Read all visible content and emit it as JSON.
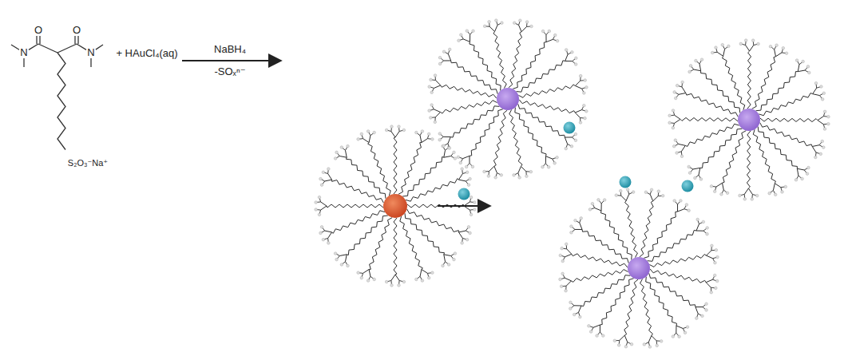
{
  "diagram": {
    "labels": [
      "O",
      "O",
      "N",
      "N",
      "S₂O₃⁻Na⁺",
      "+ HAuCl₄(aq)",
      "NaBH₄",
      "-SOₓⁿ⁻"
    ]
  }
}
